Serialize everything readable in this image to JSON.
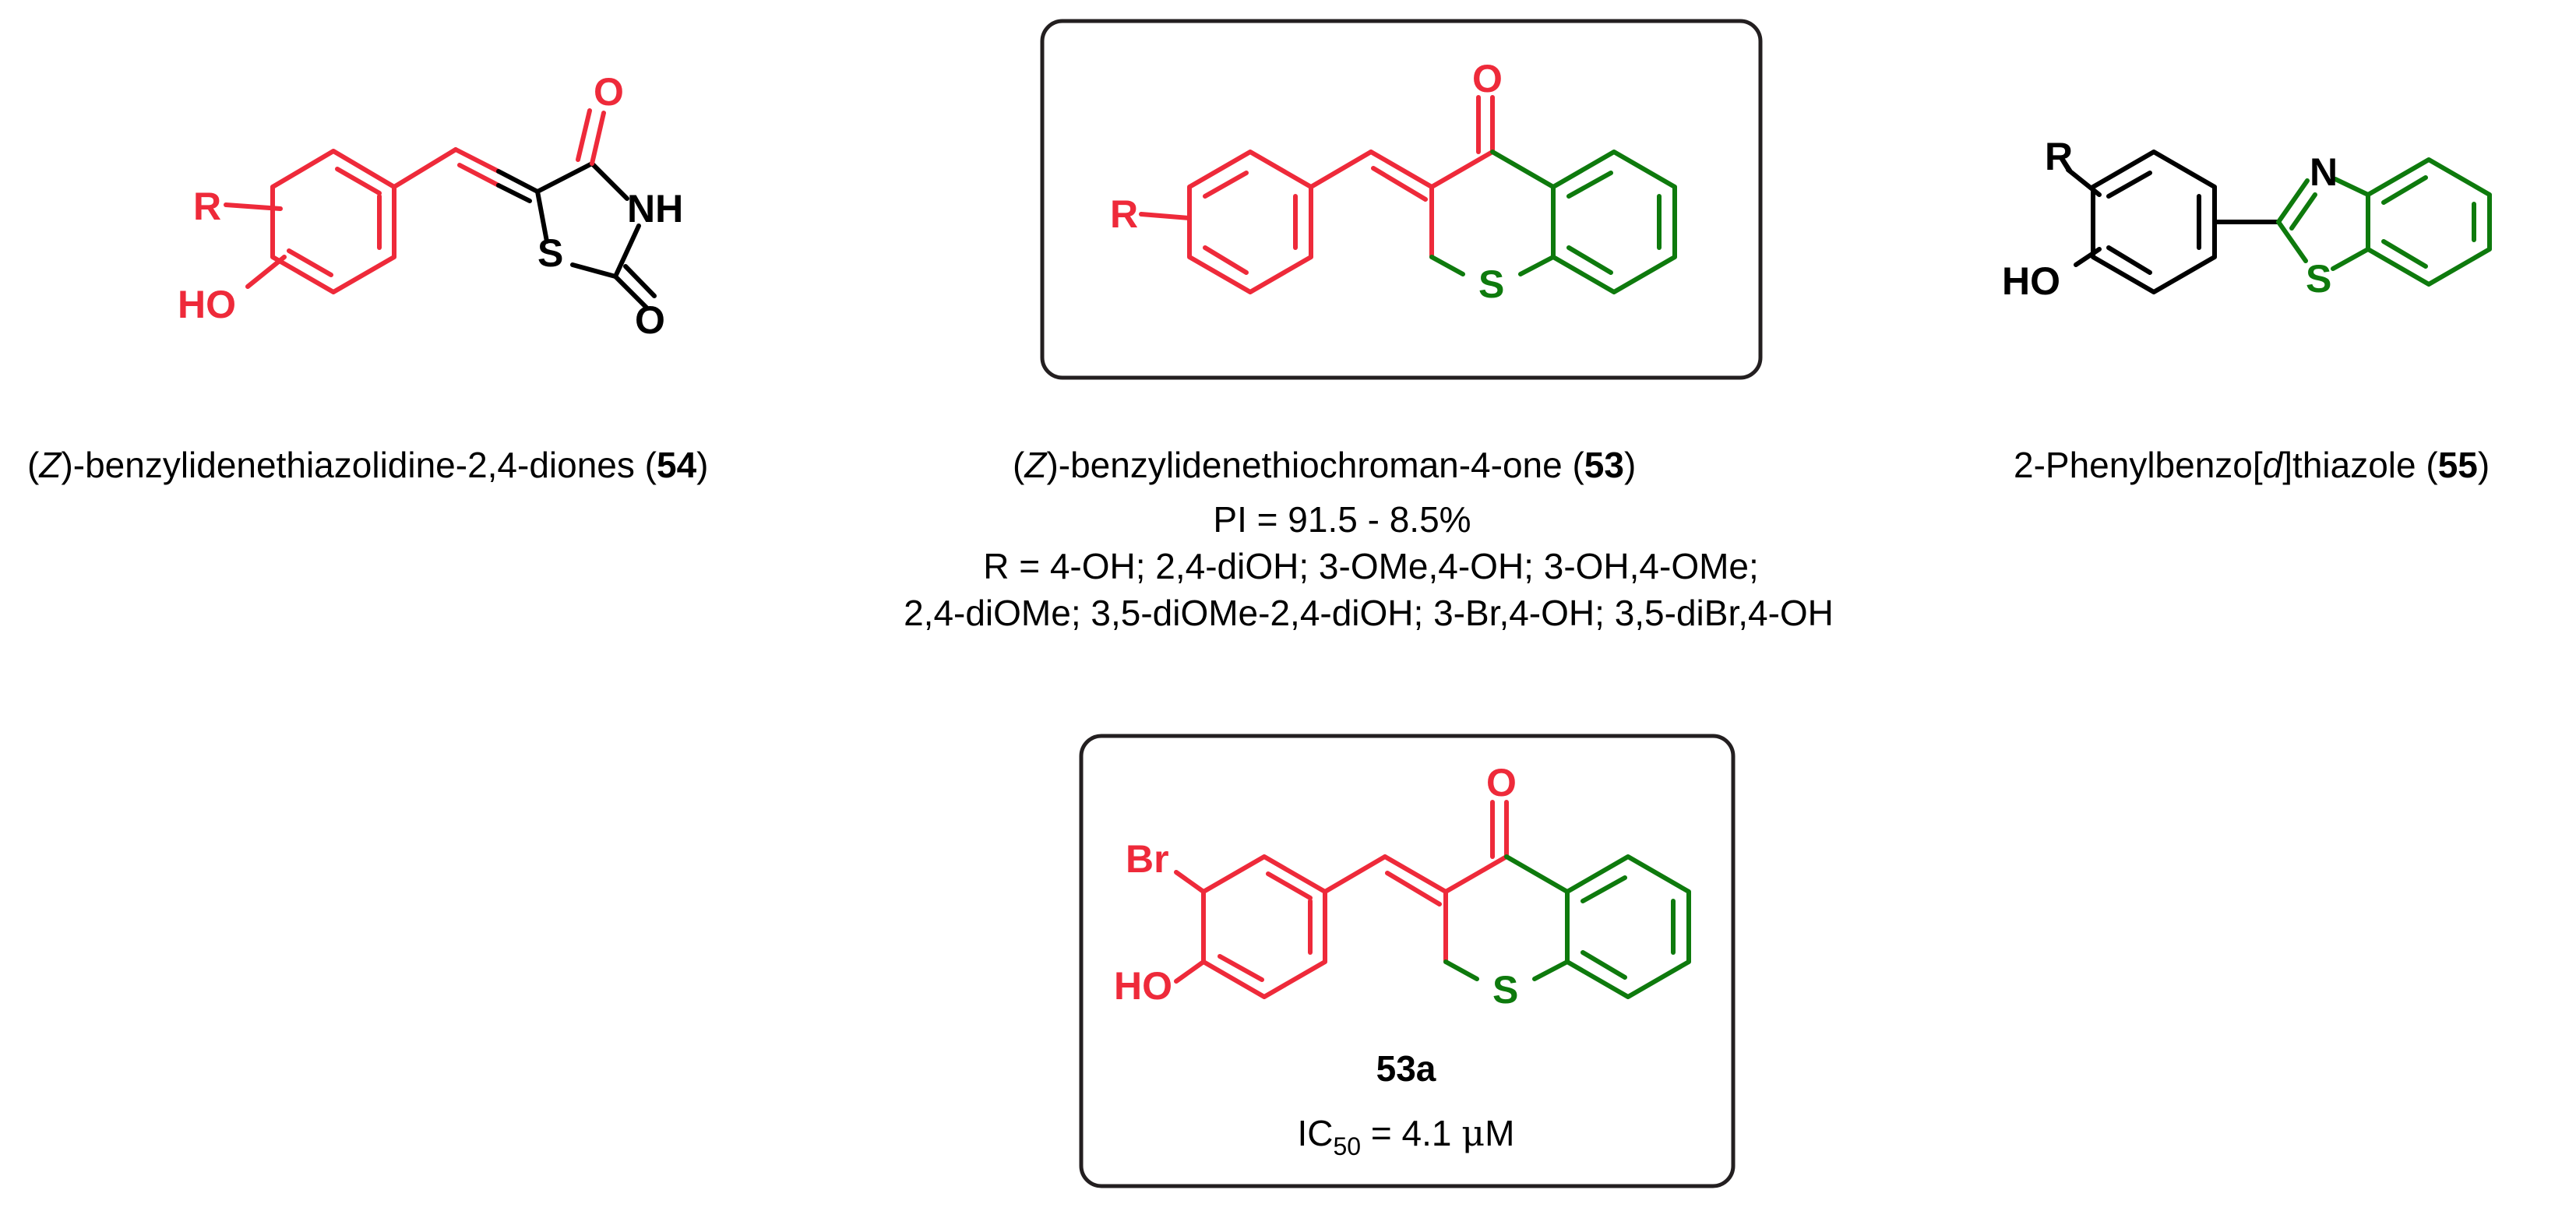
{
  "colors": {
    "aryl": "#ee2a3a",
    "heterocycle": "#0e7a0d",
    "core": "#000000",
    "frame": "#231f20"
  },
  "compound54": {
    "atoms": {
      "O_top": "O",
      "NH": "NH",
      "S": "S",
      "O_bottom": "O",
      "R": "R",
      "HO": "HO"
    },
    "caption": {
      "open": "(",
      "italic": "Z",
      "mid": ")-benzylidenethiazolidine-2,4-diones (",
      "num": "54",
      "close": ")"
    }
  },
  "compound53": {
    "atoms": {
      "O": "O",
      "S": "S",
      "R": "R"
    },
    "caption": {
      "open": "(",
      "italic": "Z",
      "mid": ")-benzylidenethiochroman-4-one (",
      "num": "53",
      "close": ")"
    },
    "pi": "PI = 91.5 - 8.5%",
    "r_line1": "R = 4-OH; 2,4-diOH; 3-OMe,4-OH; 3-OH,4-OMe;",
    "r_line2": "2,4-diOMe; 3,5-diOMe-2,4-diOH; 3-Br,4-OH; 3,5-diBr,4-OH"
  },
  "compound55": {
    "atoms": {
      "R": "R",
      "N": "N",
      "S": "S",
      "HO": "HO"
    },
    "caption": {
      "pre": "2-Phenylbenzo[",
      "italic": "d",
      "mid": "]thiazole (",
      "num": "55",
      "close": ")"
    }
  },
  "compound53a": {
    "atoms": {
      "O": "O",
      "Br": "Br",
      "HO": "HO",
      "S": "S"
    },
    "label": "53a",
    "ic50": {
      "prefix": "IC",
      "sub": "50",
      "value": " = 4.1 ",
      "unit_greek": "μ",
      "unit": "M"
    }
  }
}
